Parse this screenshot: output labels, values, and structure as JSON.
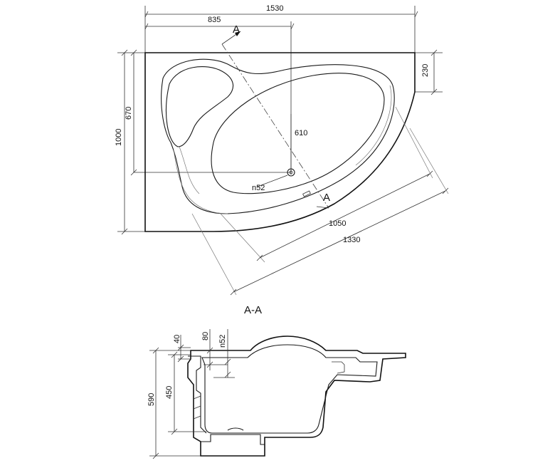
{
  "plan": {
    "dim_overall_width": "1530",
    "dim_corner_offset": "835",
    "dim_side_top": "230",
    "dim_height": "1000",
    "dim_seat_depth": "670",
    "dim_inner_width": "610",
    "dim_drain": "n52",
    "dim_inner_length": "1050",
    "dim_outer_length": "1330",
    "section_marker_top": "A",
    "section_marker_bottom": "A"
  },
  "section": {
    "title": "A-A",
    "dim_rim": "40",
    "dim_rim_drain": "80",
    "dim_drain": "n52",
    "dim_depth": "450",
    "dim_total_height": "590"
  }
}
